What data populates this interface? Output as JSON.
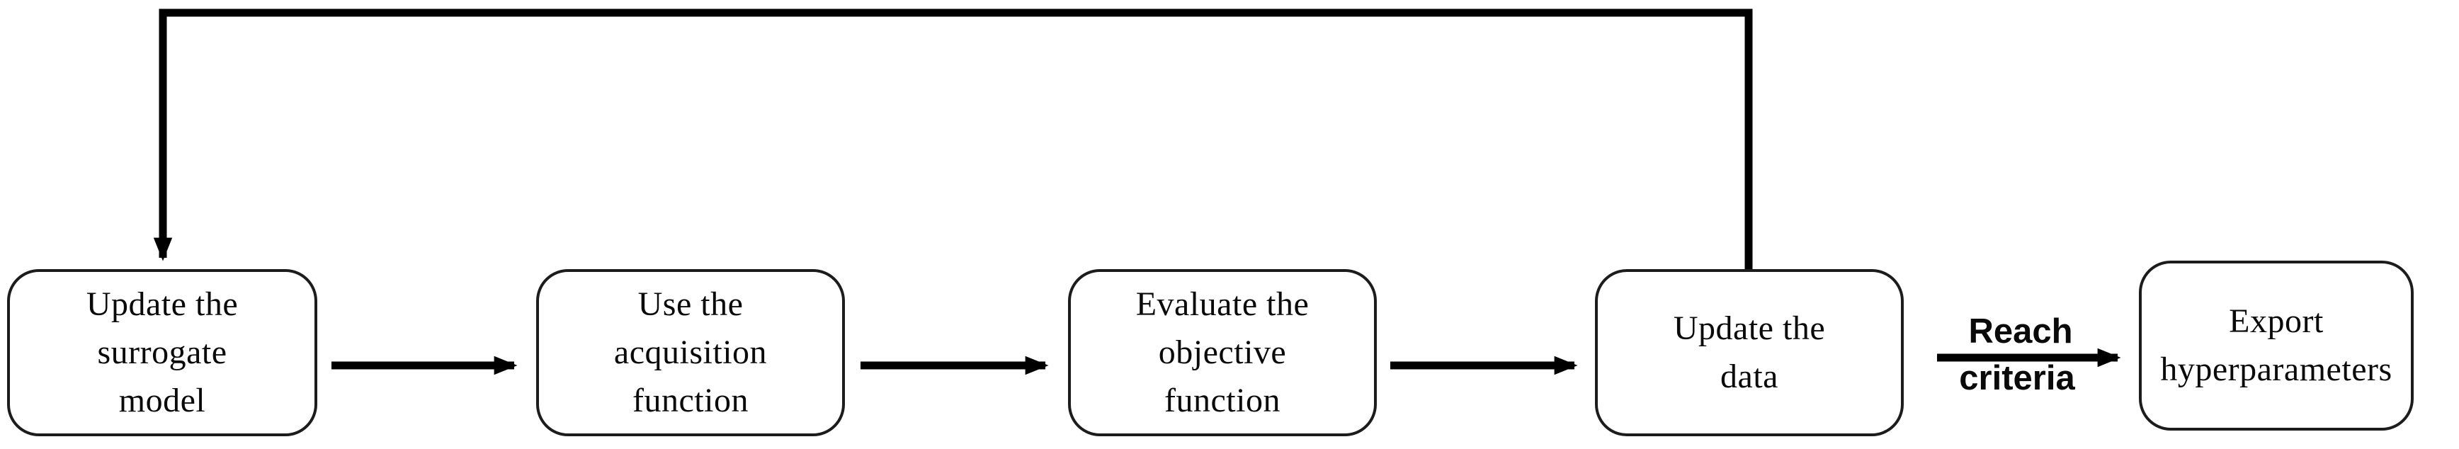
{
  "flowchart": {
    "nodes": [
      {
        "id": "update-surrogate-model",
        "label_lines": [
          "Update the",
          "surrogate",
          "model"
        ]
      },
      {
        "id": "use-acquisition-function",
        "label_lines": [
          "Use the",
          "acquisition",
          "function"
        ]
      },
      {
        "id": "evaluate-objective-function",
        "label_lines": [
          "Evaluate the",
          "objective",
          "function"
        ]
      },
      {
        "id": "update-data",
        "label_lines": [
          "Update the",
          "data"
        ]
      },
      {
        "id": "export-hyperparameters",
        "label_lines": [
          "Export",
          "hyperparameters"
        ]
      }
    ],
    "edge_label": {
      "line1": "Reach",
      "line2": "criteria"
    },
    "colors": {
      "stroke": "#000000",
      "box_border": "#1c1c1c",
      "text": "#0a0a0a",
      "background": "#ffffff"
    }
  }
}
